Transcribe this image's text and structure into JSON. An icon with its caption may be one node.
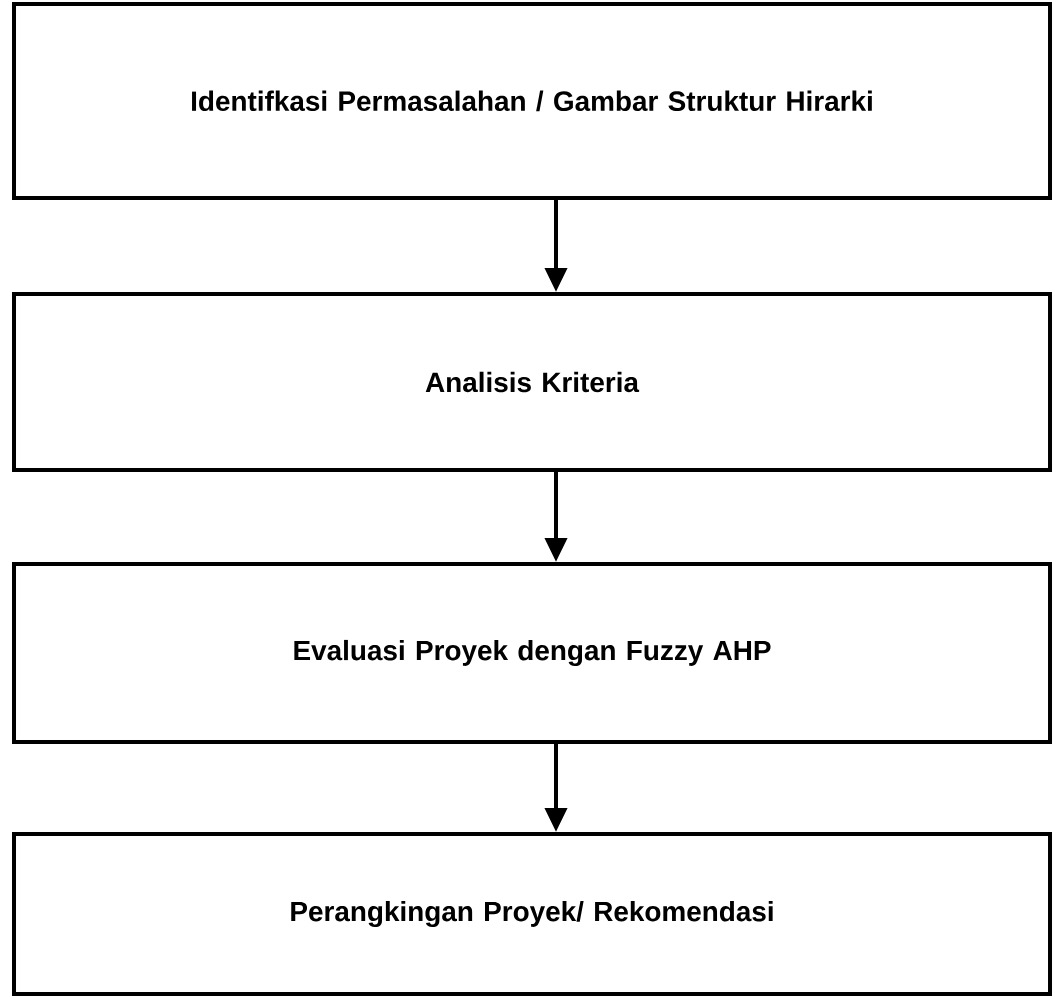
{
  "diagram": {
    "nodes": [
      {
        "text": [
          "Identifkasi Permasalahan / Gambar Struktur Hirarki"
        ]
      },
      {
        "text": [
          "Analisis  Kriteria"
        ]
      },
      {
        "text": [
          "Evaluasi Proyek dengan Fuzzy AHP"
        ]
      },
      {
        "text": [
          "Perangkingan Proyek/ Rekomendasi"
        ]
      }
    ],
    "edges": [
      {
        "from": 0,
        "to": 1,
        "arrow": "to"
      },
      {
        "from": 1,
        "to": 2,
        "arrow": "to"
      },
      {
        "from": 2,
        "to": 3,
        "arrow": "to"
      }
    ]
  }
}
